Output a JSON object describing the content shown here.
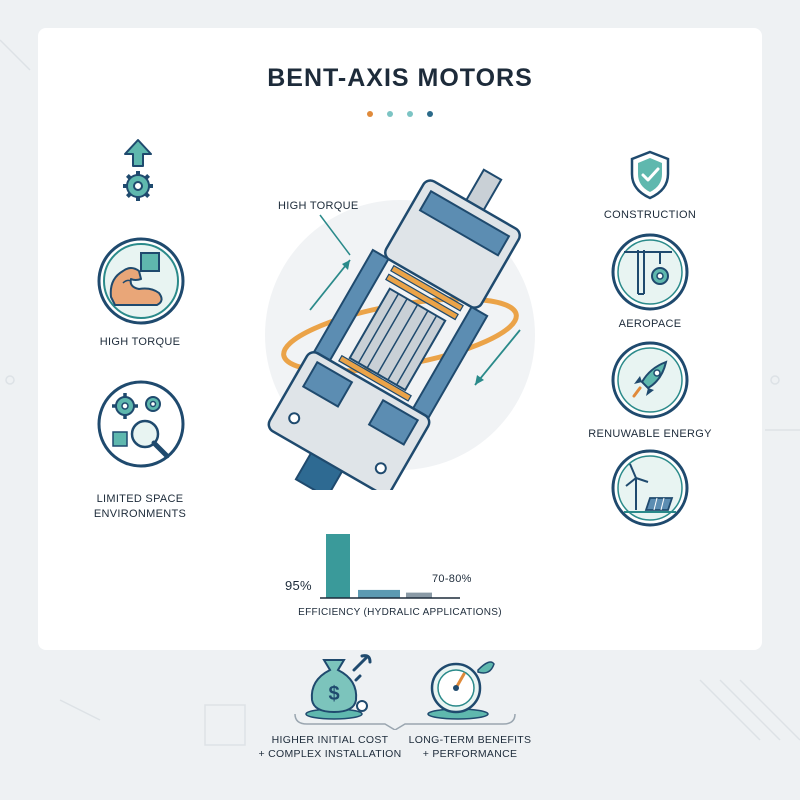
{
  "title": "BENT-AXIS MOTORS",
  "colors": {
    "teal": "#2a8a8a",
    "navy": "#1f4a6e",
    "orange": "#e08a3a",
    "background": "#eef1f3",
    "card": "#ffffff"
  },
  "left_panel": {
    "top_icon": "arrow-up-gear-icon",
    "items": [
      {
        "icon": "flexed-arm-icon",
        "label": "HIGH TORQUE"
      },
      {
        "icon": "gears-magnifier-icon",
        "label_line1": "LIMITED SPACE",
        "label_line2": "ENVIRONMENTS"
      }
    ]
  },
  "center": {
    "callout_label": "HIGH TORQUE",
    "motor_icon": "bent-axis-motor-cutaway-icon"
  },
  "right_panel": {
    "top_icon": "shield-check-icon",
    "items": [
      {
        "icon": "crane-gear-icon",
        "label": "CONSTRUCTION"
      },
      {
        "icon": "rocket-icon",
        "label": "AEROPACE"
      },
      {
        "icon": "wind-solar-icon",
        "label": "RENUWABLE ENERGY"
      }
    ]
  },
  "efficiency": {
    "caption": "EFFICIENCY (HYDRALIC APPLICATIONS)",
    "high_label": "95%",
    "low_label": "70-80%"
  },
  "chart_data": {
    "type": "bar",
    "categories": [
      "95%",
      "",
      "70-80%"
    ],
    "values": [
      95,
      12,
      8
    ],
    "title": "",
    "xlabel": "EFFICIENCY (HYDRALIC APPLICATIONS)",
    "ylabel": ""
  },
  "bottom": {
    "left_icon": "money-bag-wrench-icon",
    "left_line1": "HIGHER INITIAL COST",
    "left_line2": "+ COMPLEX INSTALLATION",
    "right_icon": "gauge-leaf-icon",
    "right_line1": "LONG-TERM BENEFITS",
    "right_line2": "+ PERFORMANCE"
  }
}
